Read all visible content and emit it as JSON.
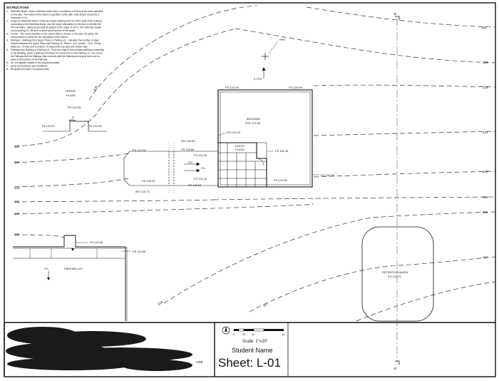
{
  "instructions": {
    "title": "INSTRUCTIONS",
    "items": [
      {
        "num": "1.",
        "text": "Retention Basin: Draw a retention basin that is a minimum 4 ft deep at the area specified"
      },
      {
        "num": "",
        "text": "on the plan. The bottom of the basin is specified on the plan. Side slopes should be a"
      },
      {
        "num": "",
        "text": "maximum of 3:1."
      },
      {
        "num": "2.",
        "text": "Swales to Retention Basin: Draw two swales starting from the HPS uphill of the building"
      },
      {
        "num": "",
        "text": "connecting to the Retention Basin. Use the slope information on the plan to identify the"
      },
      {
        "num": "",
        "text": "HPS elevation. Swale slope shall be graded in the range of 2% to 10% with side slopes"
      },
      {
        "num": "",
        "text": "not exceeding 3:1. Be sure to show spot flow-line of the swale."
      },
      {
        "num": "3.",
        "text": "Culvert - The invert elevation of the culvert (INV) is shown on the plan. Re-grade the"
      },
      {
        "num": "",
        "text": "contour lines to reflect the INV elevations of the culvert."
      },
      {
        "num": "4.",
        "text": "Stairway + Walkway from Upper Plaza to Parking Lot - Calculate the number of steps"
      },
      {
        "num": "",
        "text": "needed between the Upper Plaza and Parking Lot. Risers = 6 in, treads = 12 in. Check"
      },
      {
        "num": "",
        "text": "walls are 1-ft wide and to extend 1-ft beyond the top step and bottom step."
      },
      {
        "num": "5.",
        "text": "Pathway from Building to Parking Lot - From the edge of the provided pathway connecting"
      },
      {
        "num": "",
        "text": "to the Building, grade a pathway that does not exceed 5% to the Parking Lot. You can tie"
      },
      {
        "num": "",
        "text": "the Pathway into the Walkway that connects with the Stairway as long as there are no"
      },
      {
        "num": "",
        "text": "steps in this portion of the Pathway."
      },
      {
        "num": "6.",
        "text": "Do not regrade outside of the project boundary."
      },
      {
        "num": "7.",
        "text": "Show all necessary spot elevations."
      },
      {
        "num": "8.",
        "text": "Re-grade and label 1-ft contour lines."
      }
    ]
  },
  "labels": {
    "section_b_top": "B",
    "section_b_bottom": "B'",
    "hps": "HPS",
    "slope": "2.73%",
    "fg_bldg_top_left": "FG 123.94",
    "fg_bldg_top_right": "FG 123.94",
    "building": "BUILDING",
    "ffe": "FFE 121.48",
    "fg_121_04": "FG 121.04",
    "fs_131_44": "FS 131.44",
    "fs_121_44": "FS 121.44",
    "fg_120_94": "FG 120.94",
    "upper_plaza_1": "UPPER",
    "upper_plaza_2": "PLAZA",
    "fs_124_36": "FS 124.36",
    "a_marker": "A",
    "ts_left": "TS 124.29",
    "ts_right": "TS 124.29",
    "fs_123_24": "FS 123.24",
    "inv_119_83": "INV 119.83",
    "fs_120_84": "FS 120.84",
    "fs_121_04a": "FS 121.04",
    "entry_1": "ENTRY",
    "entry_2": "PLAZA",
    "pct_2a": "2%",
    "pct_2b": "2%",
    "fs_121_04b": "FS 121.04",
    "fs_120_24": "FS 120.24",
    "fs_120_64": "FS 120.64",
    "inv_119_73": "INV 119.73",
    "fs_119_06": "FS 119.06",
    "fs_119_05": "FS 119.05",
    "parking_pct": "2%",
    "parking_lot": "PARKING LOT",
    "retention_1": "RETENTION BASIN",
    "retention_2": "FG 112.75"
  },
  "contours": {
    "c124": "124",
    "c123": "123",
    "c122": "122",
    "c121": "121",
    "c120": "120",
    "c119": "119",
    "c118": "118",
    "c117": "117",
    "l124": "124",
    "l123": "123",
    "l122": "122",
    "l121": "121",
    "l120": "120",
    "l119": "119",
    "b118": "118",
    "b117": "117",
    "s125": "125"
  },
  "title_block": {
    "scale": "Scale: 1\"=20'",
    "scale_ticks": [
      "0",
      "10",
      "20",
      "40"
    ],
    "student_name": "Student Name",
    "sheet": "Sheet: L-01",
    "redacted_suffix": "URE"
  }
}
